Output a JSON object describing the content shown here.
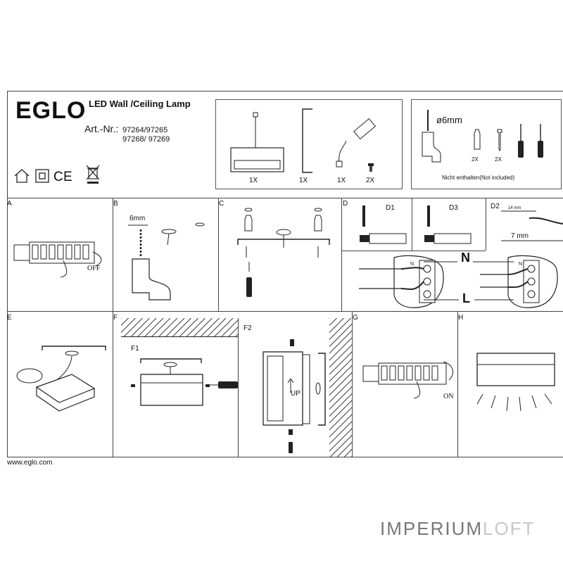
{
  "header": {
    "brand": "EGLO",
    "title": "LED Wall /Ceiling Lamp",
    "art_label": "Art.-Nr.:",
    "art_numbers_line1": "97264/97265",
    "art_numbers_line2": "97268/ 97269"
  },
  "parts": {
    "items": [
      {
        "qty": "1X",
        "icon": "lamp-icon"
      },
      {
        "qty": "1X",
        "icon": "bracket-icon"
      },
      {
        "qty": "1X",
        "icon": "driver-icon"
      },
      {
        "qty": "2X",
        "icon": "screw-icon"
      }
    ]
  },
  "tools": {
    "drill_size": "ø6mm",
    "dowel_qty": "2X",
    "screw_qty": "2X",
    "note": "Nicht enthalten(Not included)"
  },
  "steps": {
    "A": {
      "label": "A",
      "switch_text": "OFF"
    },
    "B": {
      "label": "B",
      "dim": "6mm"
    },
    "C": {
      "label": "C"
    },
    "D": {
      "label": "D",
      "d1": "D1",
      "d2": "D2",
      "d3": "D3",
      "strip_14": "14 mm",
      "strip_7": "7 mm",
      "n": "N",
      "l": "L",
      "terminal": "N"
    },
    "E": {
      "label": "E"
    },
    "F": {
      "label": "F",
      "f1": "F1",
      "f2": "F2",
      "up": "UP"
    },
    "G": {
      "label": "G",
      "switch_text": "ON"
    },
    "H": {
      "label": "H"
    }
  },
  "footer": {
    "url": "www.eglo.com",
    "watermark_a": "IMPERIUM",
    "watermark_b": "LOFT"
  }
}
